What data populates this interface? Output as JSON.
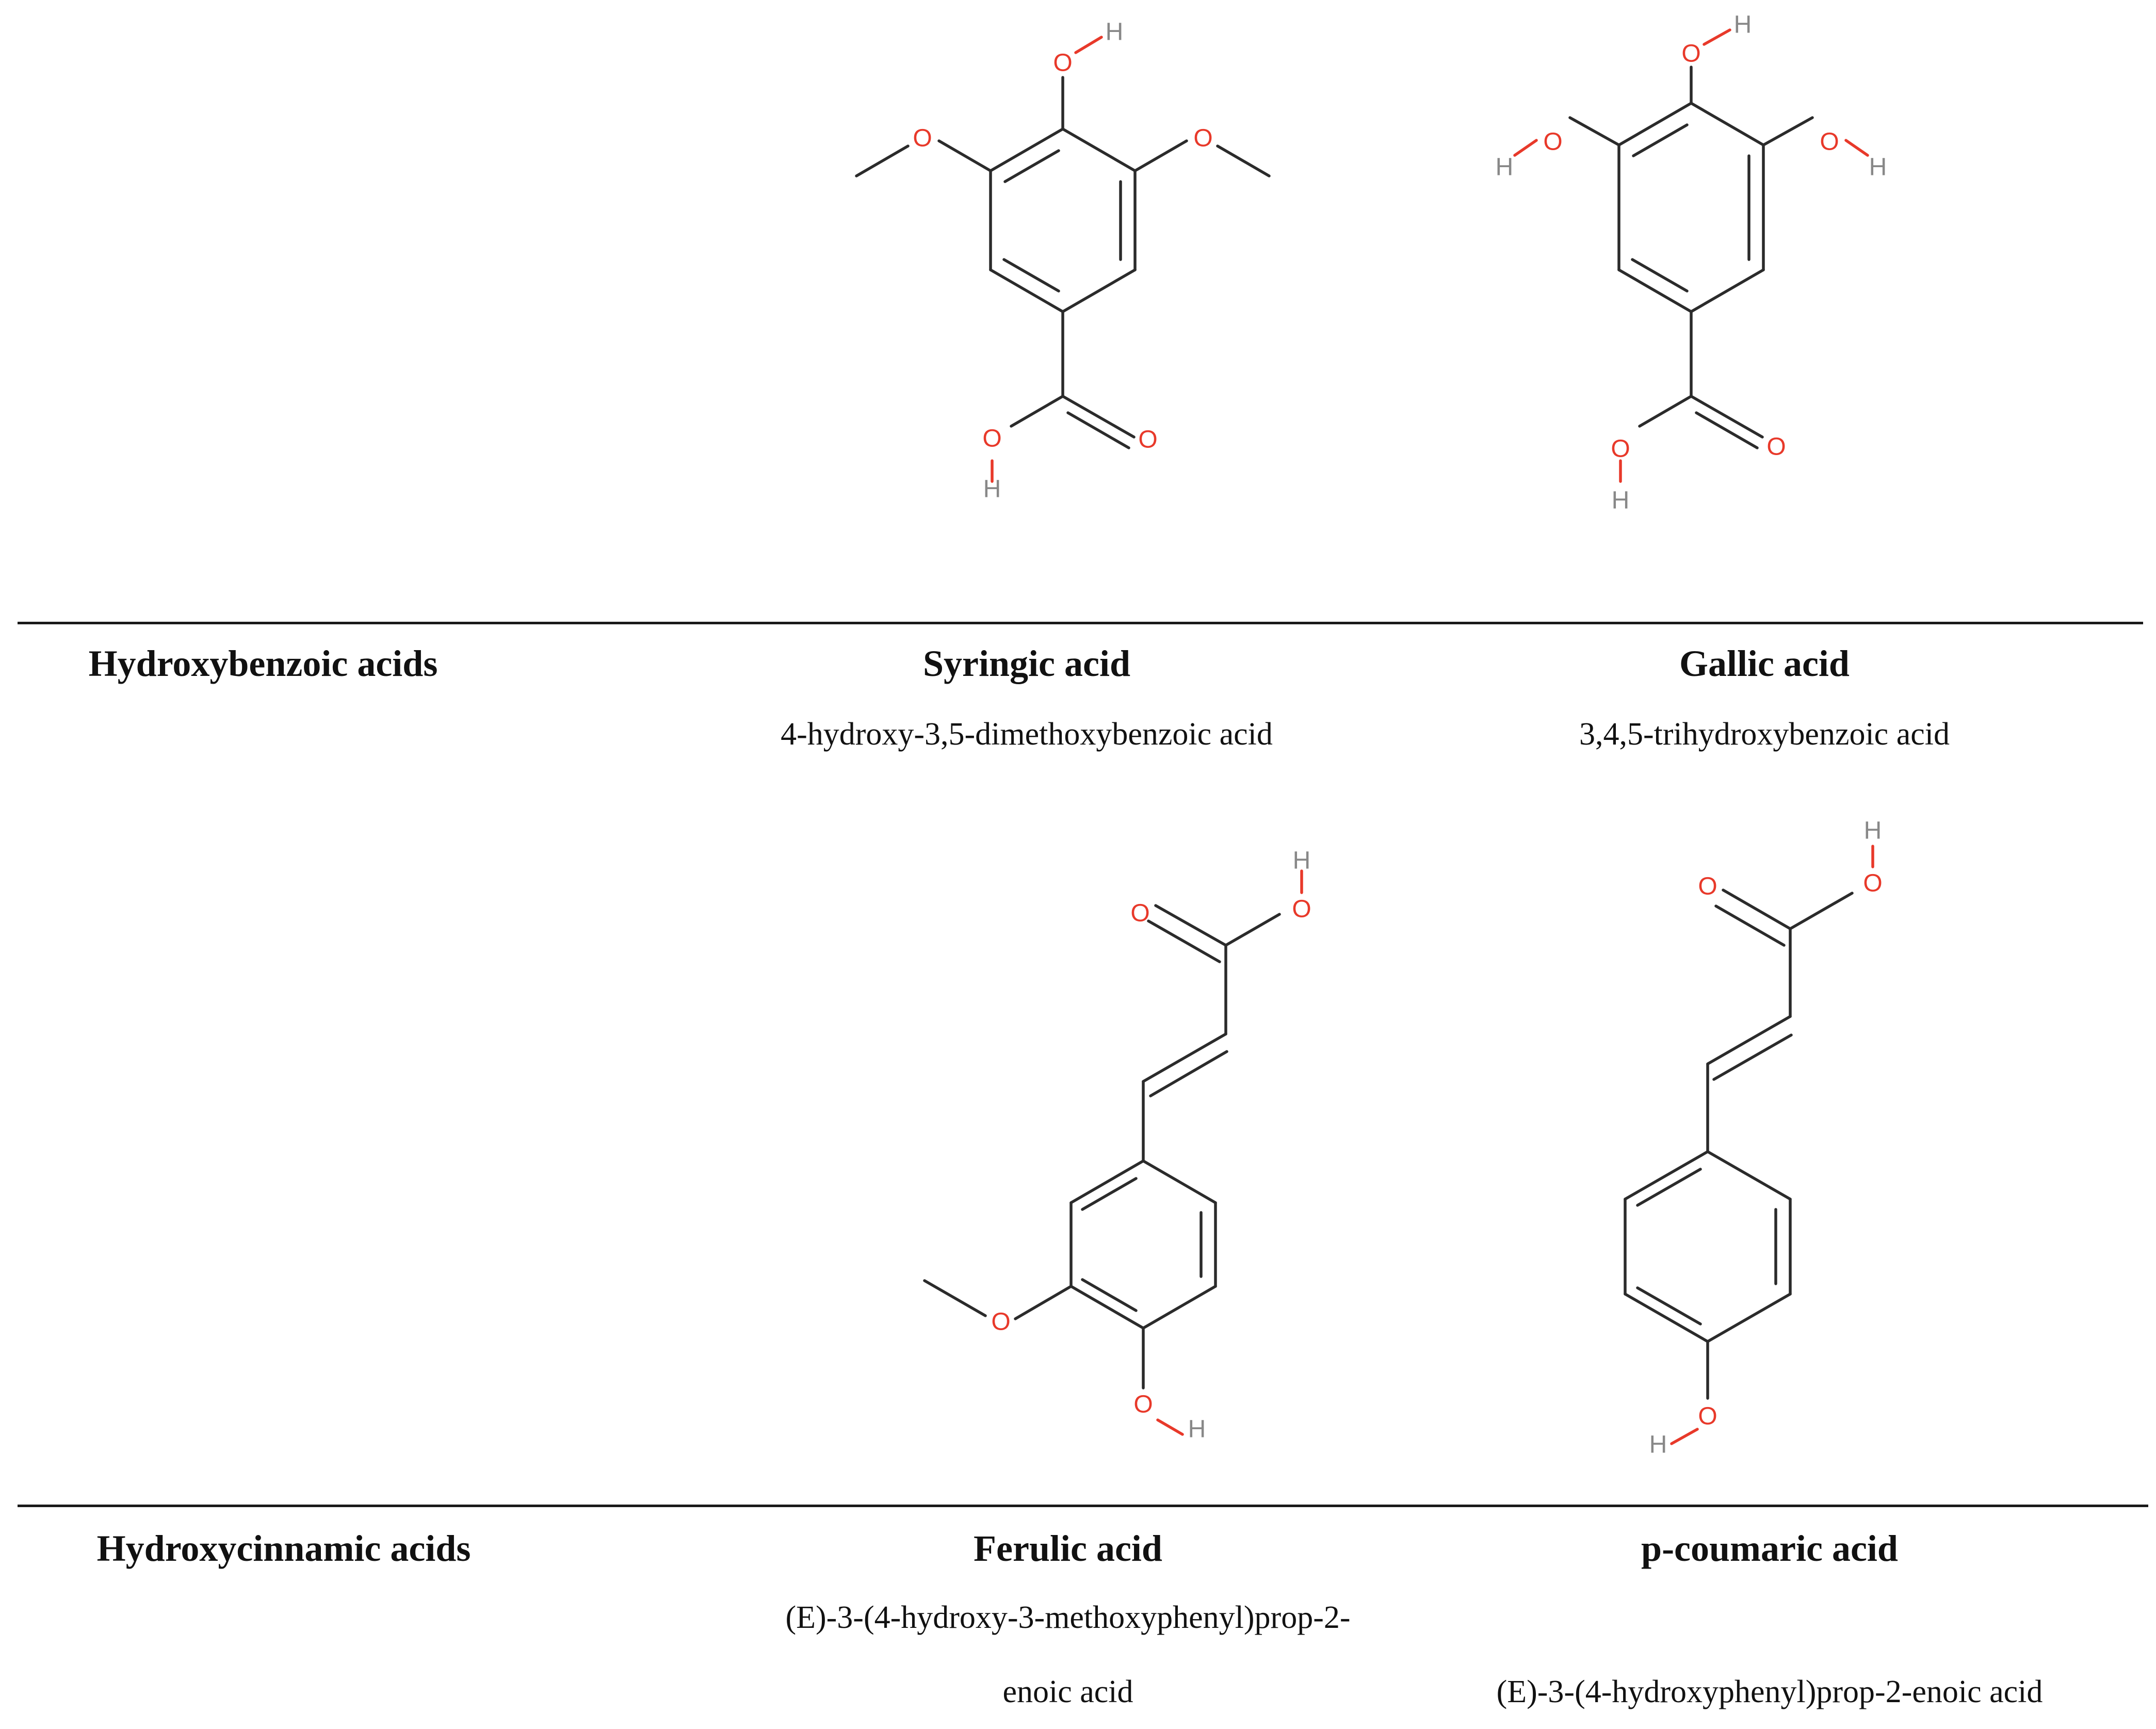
{
  "rows": [
    {
      "category": "Hydroxybenzoic acids",
      "compounds": [
        {
          "name": "Syringic acid",
          "iupac": [
            "4-hydroxy-3,5-dimethoxybenzoic acid"
          ]
        },
        {
          "name": "Gallic acid",
          "iupac": [
            "3,4,5-trihydroxybenzoic acid"
          ]
        }
      ]
    },
    {
      "category": "Hydroxycinnamic acids",
      "compounds": [
        {
          "name": "Ferulic acid",
          "iupac": [
            "(E)-3-(4-hydroxy-3-methoxyphenyl)prop-2-",
            "enoic acid"
          ]
        },
        {
          "name": "p-coumaric acid",
          "iupac": [
            "(E)-3-(4-hydroxyphenyl)prop-2-enoic acid"
          ]
        }
      ]
    }
  ],
  "atom_labels": {
    "oxygen": "O",
    "hydrogen": "H"
  },
  "colors": {
    "oxygen": "#e8392a",
    "hydrogen": "#888888",
    "bond": "#2b2b2b",
    "rule": "#1a1a1a"
  }
}
